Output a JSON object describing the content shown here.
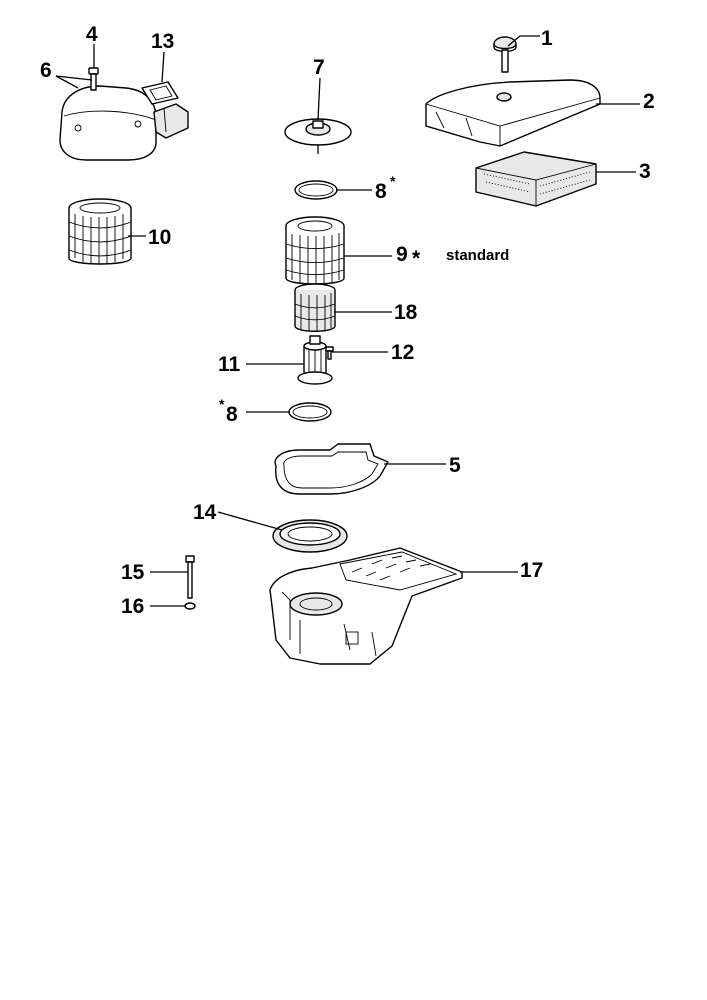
{
  "callouts": {
    "c1": "1",
    "c2": "2",
    "c3": "3",
    "c4": "4",
    "c5": "5",
    "c6": "6",
    "c7": "7",
    "c8a": "8",
    "c8b": "8",
    "c9": "9",
    "c10": "10",
    "c11": "11",
    "c12": "12",
    "c13": "13",
    "c14": "14",
    "c15": "15",
    "c16": "16",
    "c17": "17",
    "c18": "18"
  },
  "marks": {
    "asterisk": "*"
  },
  "notes": {
    "standard": "standard"
  },
  "colors": {
    "line": "#000000",
    "background": "#ffffff",
    "part_fill": "#ffffff",
    "shade": "#e8e8e8"
  }
}
